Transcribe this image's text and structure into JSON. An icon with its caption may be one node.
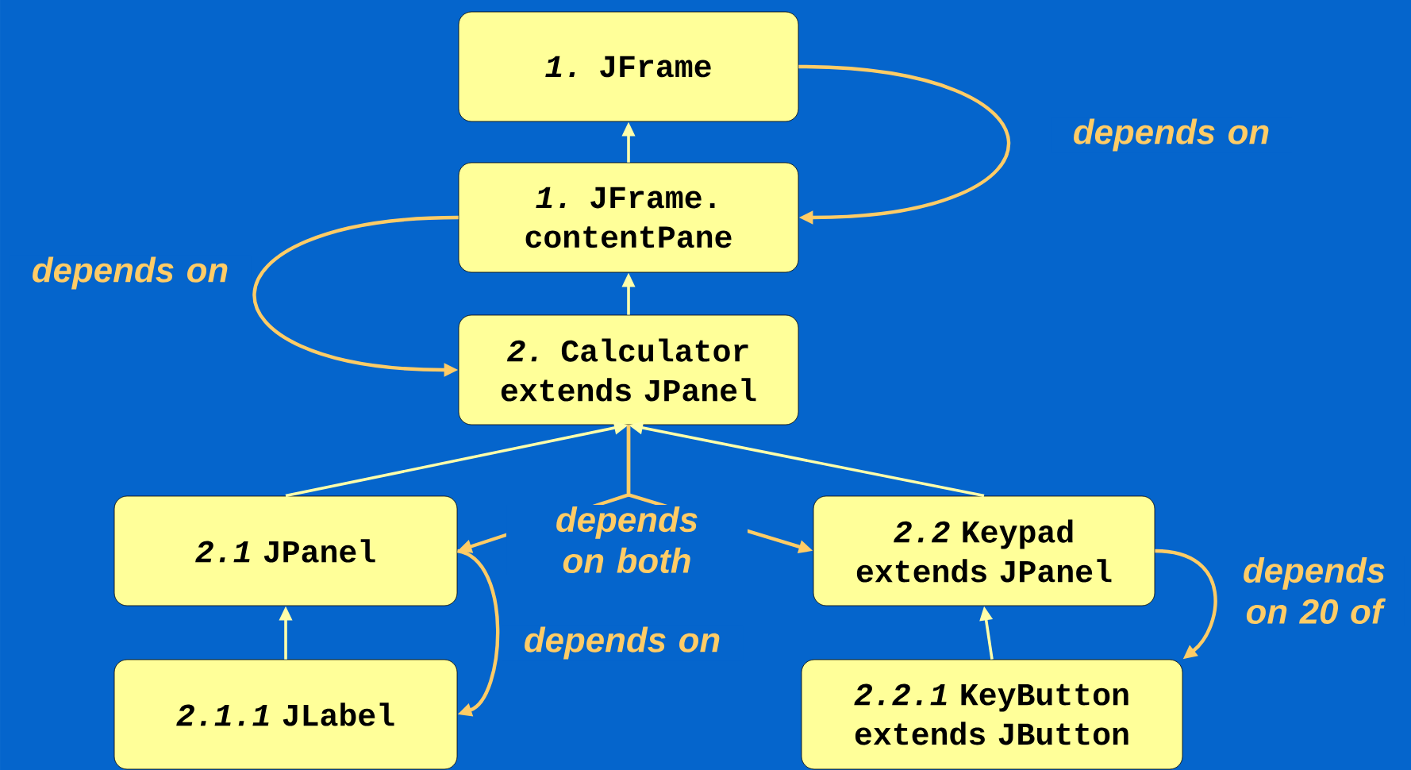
{
  "diagram": {
    "nodes": [
      {
        "text": [
          "*1.* JFrame"
        ]
      },
      {
        "text": [
          "*1.* JFrame. contentPane"
        ]
      },
      {
        "text": [
          "*2.* Calculator extends JPanel"
        ]
      },
      {
        "text": [
          "*2.1* JPanel"
        ]
      },
      {
        "text": [
          "*2.2* Keypad extends JPanel"
        ]
      },
      {
        "text": [
          "*2.1.1* JLabel"
        ]
      },
      {
        "text": [
          "*2.2.1* KeyButton extends JButton"
        ]
      }
    ],
    "edges": [
      {
        "from": 1,
        "to": 0,
        "arrow": "to"
      },
      {
        "from": 0,
        "to": 1,
        "arrow": "to",
        "label": "depends on",
        "color": "#ffcc66"
      },
      {
        "from": 2,
        "to": 1,
        "arrow": "to"
      },
      {
        "from": 1,
        "to": 2,
        "arrow": "to",
        "label": "depends on",
        "color": "#ffcc66"
      },
      {
        "from": 3,
        "to": 2,
        "arrow": "to"
      },
      {
        "from": 4,
        "to": 2,
        "arrow": "to"
      },
      {
        "from": 2,
        "to": 3,
        "arrow": "to",
        "label": "depends on both",
        "color": "#ffcc66"
      },
      {
        "from": 2,
        "to": 4,
        "arrow": "to",
        "color": "#ffcc66"
      },
      {
        "from": 5,
        "to": 3,
        "arrow": "to"
      },
      {
        "from": 3,
        "to": 5,
        "arrow": "to",
        "label": "depends on",
        "color": "#ffcc66"
      },
      {
        "from": 6,
        "to": 4,
        "arrow": "to"
      },
      {
        "from": 4,
        "to": 6,
        "arrow": "to",
        "label": "depends on 20 of",
        "color": "#ffcc66"
      }
    ]
  }
}
